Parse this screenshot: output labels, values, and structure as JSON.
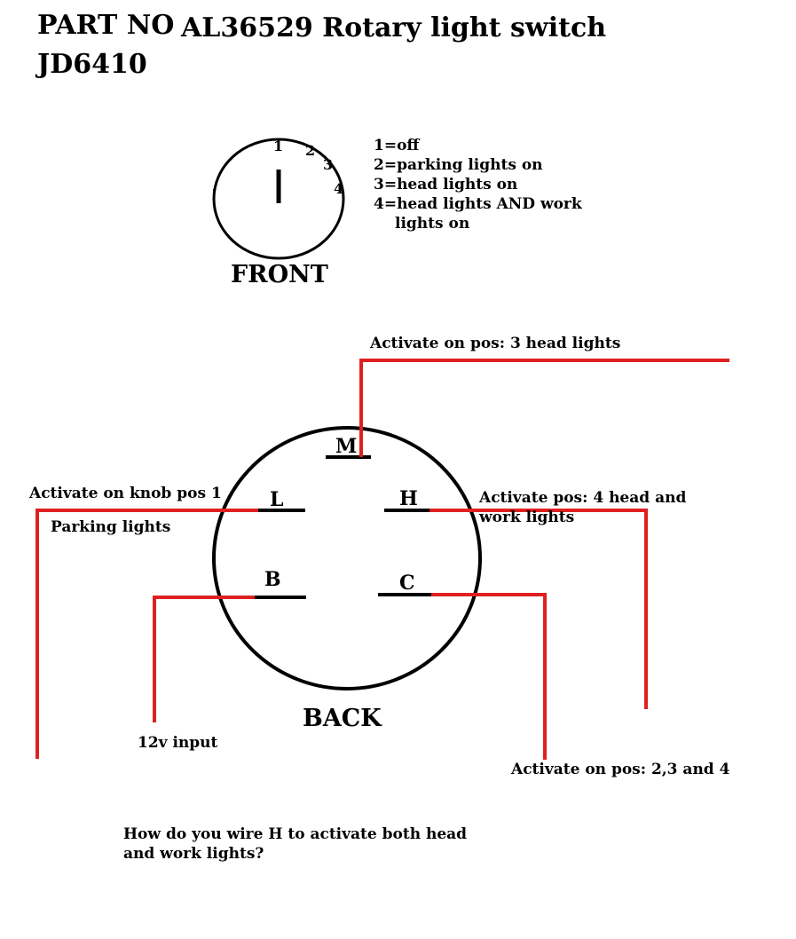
{
  "header": {
    "part_no_label": "PART NO",
    "model": "JD6410",
    "title": "AL36529 Rotary light switch"
  },
  "front": {
    "label": "FRONT",
    "positions": [
      "1",
      "2",
      "3",
      "4"
    ],
    "legend": [
      "1=off",
      "2=parking lights on",
      "3=head lights on",
      "4=head lights AND work",
      "lights on"
    ]
  },
  "back": {
    "label": "BACK",
    "terminals": [
      "M",
      "L",
      "H",
      "B",
      "C"
    ]
  },
  "wire_labels": {
    "m": "Activate on pos: 3 head lights",
    "l_line1": "Activate on knob pos 1",
    "l_line2": "Parking lights",
    "h_line1": "Activate pos: 4 head and",
    "h_line2": "work lights",
    "b": "12v input",
    "c": "Activate on pos: 2,3 and 4"
  },
  "question": {
    "line1": "How do you wire H to activate both head",
    "line2": "and work lights?"
  },
  "colors": {
    "wire": "#e02020",
    "ink": "#000000"
  }
}
